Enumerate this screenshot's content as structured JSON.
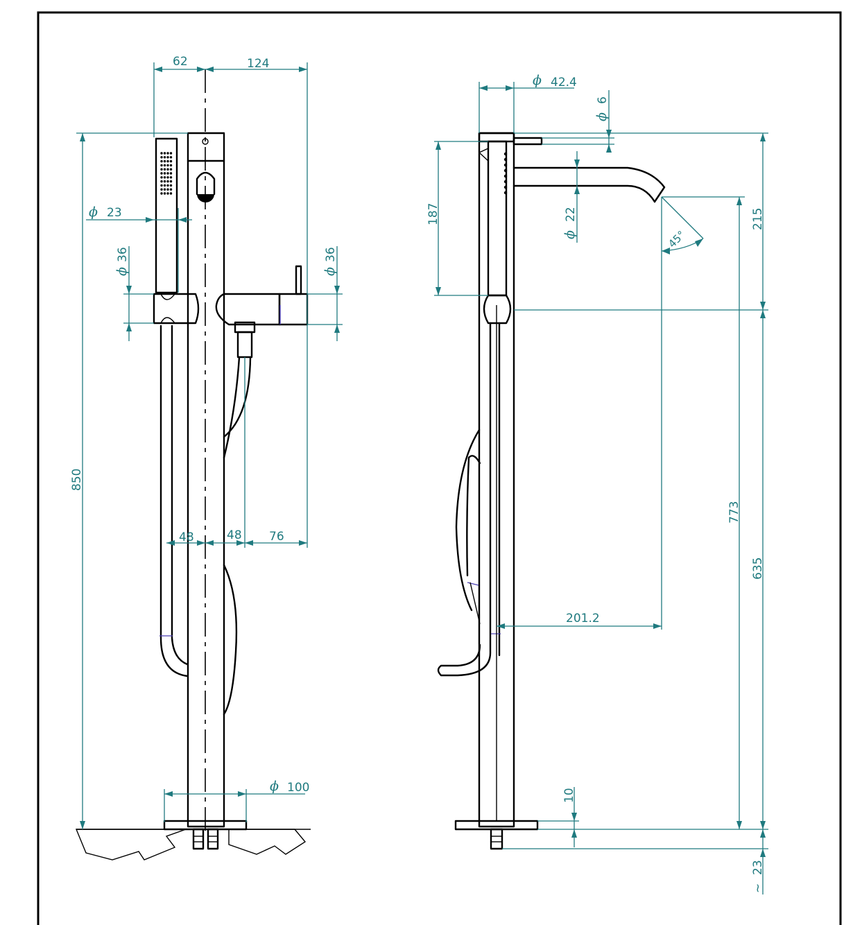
{
  "front_view": {
    "dim_62": "62",
    "dim_124": "124",
    "dim_phi23": "23",
    "dim_phi36_left": "36",
    "dim_phi36_right": "36",
    "dim_850": "850",
    "dim_48_left": "48",
    "dim_48_right": "48",
    "dim_76": "76",
    "dim_phi100": "100"
  },
  "side_view": {
    "dim_phi42_4": "42.4",
    "dim_phi6": "6",
    "dim_187": "187",
    "dim_phi22": "22",
    "dim_45deg": "45°",
    "dim_215": "215",
    "dim_773": "773",
    "dim_635": "635",
    "dim_201_2": "201.2",
    "dim_10": "10",
    "dim_23": "23"
  },
  "symbols": {
    "diameter": "ϕ",
    "approx": "~"
  },
  "colors": {
    "dimension": "#1f7a7f",
    "outline": "#000000"
  }
}
